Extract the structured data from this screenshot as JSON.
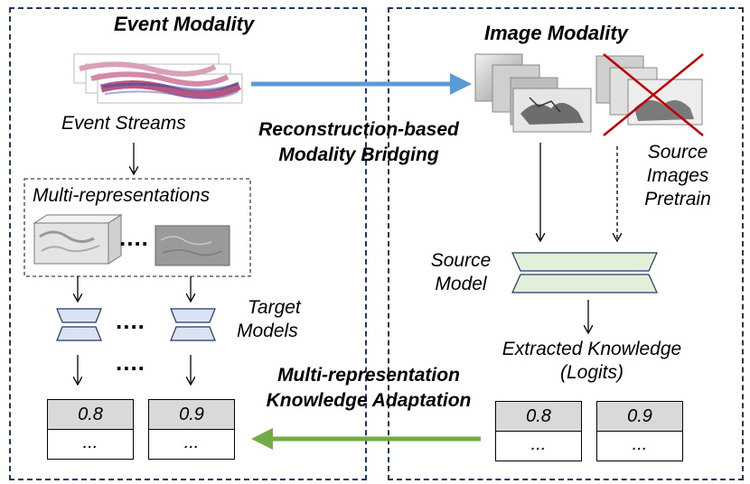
{
  "event_panel": {
    "title": "Event Modality",
    "event_streams_label": "Event Streams",
    "multi_rep_label": "Multi-representations",
    "target_models_label_line1": "Target",
    "target_models_label_line2": "Models",
    "ellipsis_reps": "....",
    "ellipsis_models": "....",
    "ellipsis_arrows": "....",
    "logits": [
      {
        "value": "0.8",
        "rest": "..."
      },
      {
        "value": "0.9",
        "rest": "..."
      }
    ]
  },
  "image_panel": {
    "title": "Image Modality",
    "source_images_line1": "Source",
    "source_images_line2": "Images",
    "source_images_line3": "Pretrain",
    "source_model_line1": "Source",
    "source_model_line2": "Model",
    "extracted_line1": "Extracted Knowledge",
    "extracted_line2": "(Logits)",
    "logits": [
      {
        "value": "0.8",
        "rest": "..."
      },
      {
        "value": "0.9",
        "rest": "..."
      }
    ]
  },
  "bridging": {
    "line1": "Reconstruction-based",
    "line2": "Modality Bridging"
  },
  "adaptation": {
    "line1": "Multi-representation",
    "line2": "Knowledge Adaptation"
  },
  "colors": {
    "panel_border": "#1f3864",
    "bridge_arrow": "#5b9bd5",
    "adapt_arrow": "#70ad47",
    "target_model_fill": "#dae3f3",
    "source_model_fill": "#e2f0d9",
    "cross": "#c00000"
  }
}
